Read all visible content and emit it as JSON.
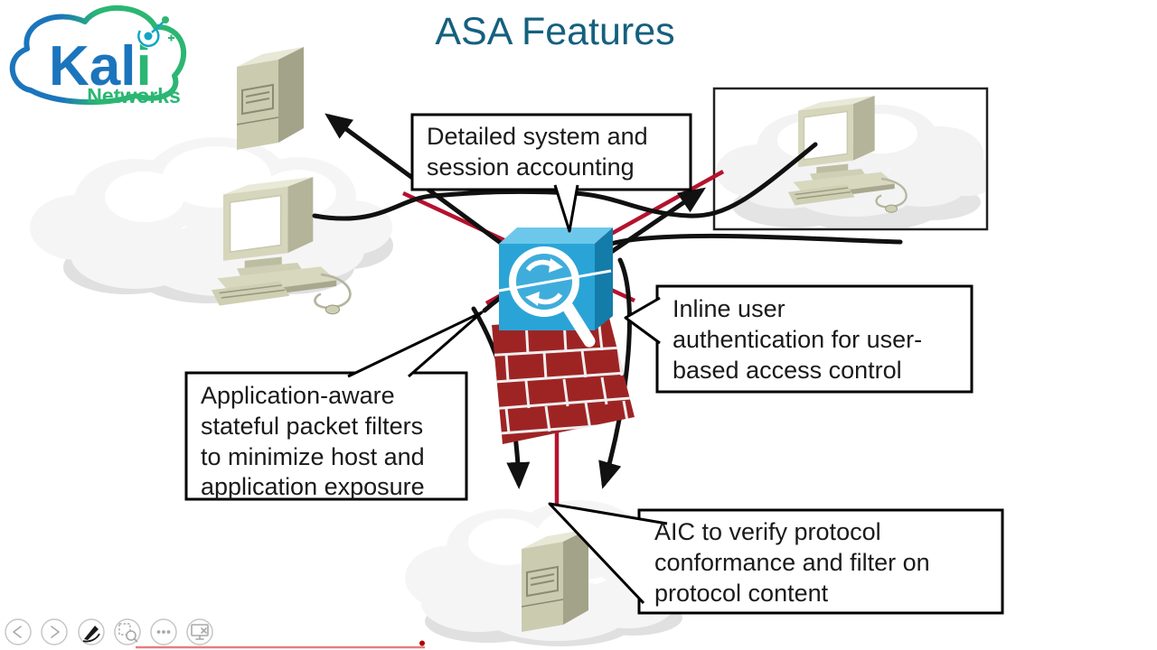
{
  "window": {
    "background": "#ffffff"
  },
  "title": "ASA Features",
  "logo": {
    "brand_prefix": "Kal",
    "brand_suffix": "i",
    "brand_full": "Kali",
    "subtitle": "Networks"
  },
  "callouts": {
    "accounting": {
      "lines": [
        "Detailed system and",
        "session accounting"
      ]
    },
    "auth": {
      "lines": [
        "Inline user",
        "authentication for user-",
        "based access control"
      ]
    },
    "filters": {
      "lines": [
        "Application-aware",
        "stateful packet filters",
        "to minimize host and",
        "application exposure"
      ]
    },
    "aic": {
      "lines": [
        "AIC to verify protocol",
        "conformance and filter on",
        "protocol content"
      ]
    }
  },
  "diagram": {
    "icons": [
      "network-cloud",
      "server-tower",
      "desktop-computer",
      "asa-firewall-brick-base",
      "magnifier-sync-arrows"
    ],
    "connection_line_color": "#b5122e",
    "arrow_color": "#111111"
  },
  "colors": {
    "title_teal": "#15607e",
    "brand_blue": "#1b75bc",
    "brand_green": "#2bb673",
    "radar_teal": "#12a5c6",
    "link_red": "#b5122e",
    "firewall_blue": "#2aa4d7",
    "firewall_blue_dark": "#147ca8",
    "firewall_blue_light": "#6cc8ea",
    "brick_red": "#9e2424",
    "equipment_beige": "#cbcbb0",
    "ink": "#1a1a1a"
  },
  "toolbar": {
    "buttons": [
      {
        "name": "previous-slide",
        "icon": "chevron-left-icon"
      },
      {
        "name": "next-slide",
        "icon": "chevron-right-icon"
      },
      {
        "name": "pen-tool",
        "icon": "pen-icon"
      },
      {
        "name": "zoom-region",
        "icon": "magnifier-region-icon"
      },
      {
        "name": "more-options",
        "icon": "ellipsis-icon"
      },
      {
        "name": "display-settings",
        "icon": "projector-screen-icon"
      }
    ]
  },
  "player": {
    "progress_color": "#cc0000"
  }
}
